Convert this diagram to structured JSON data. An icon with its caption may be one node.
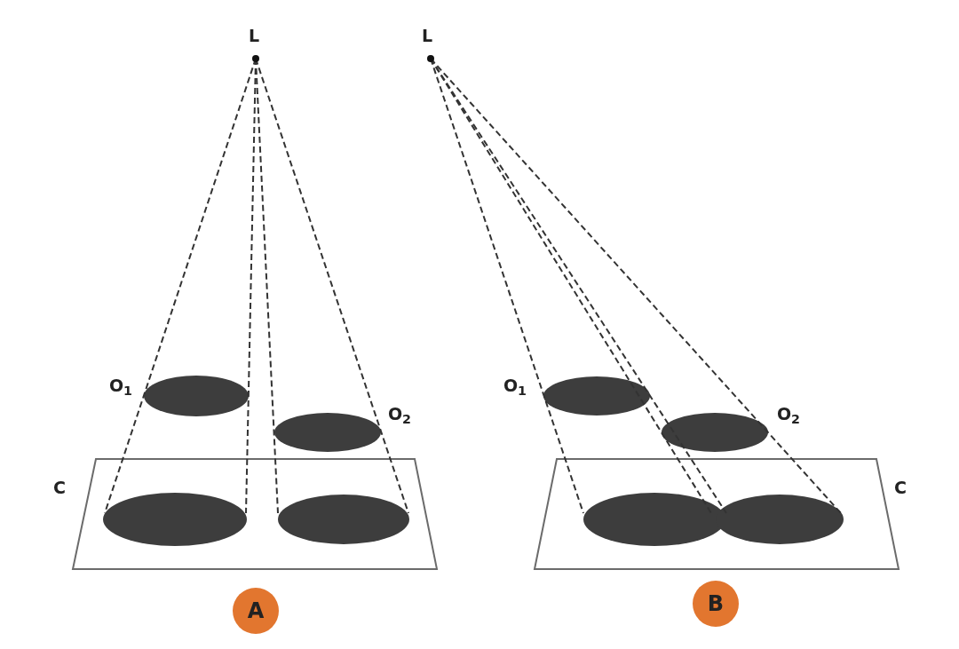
{
  "diagram": {
    "nodes": [
      {
        "text": [
          "A"
        ]
      },
      {
        "text": [
          "B"
        ]
      }
    ],
    "labels": [
      "L",
      "L",
      "O$_{1}$",
      "O$_{2}$",
      "O$_{1}$",
      "O$_{2}$",
      "C",
      "C"
    ]
  }
}
